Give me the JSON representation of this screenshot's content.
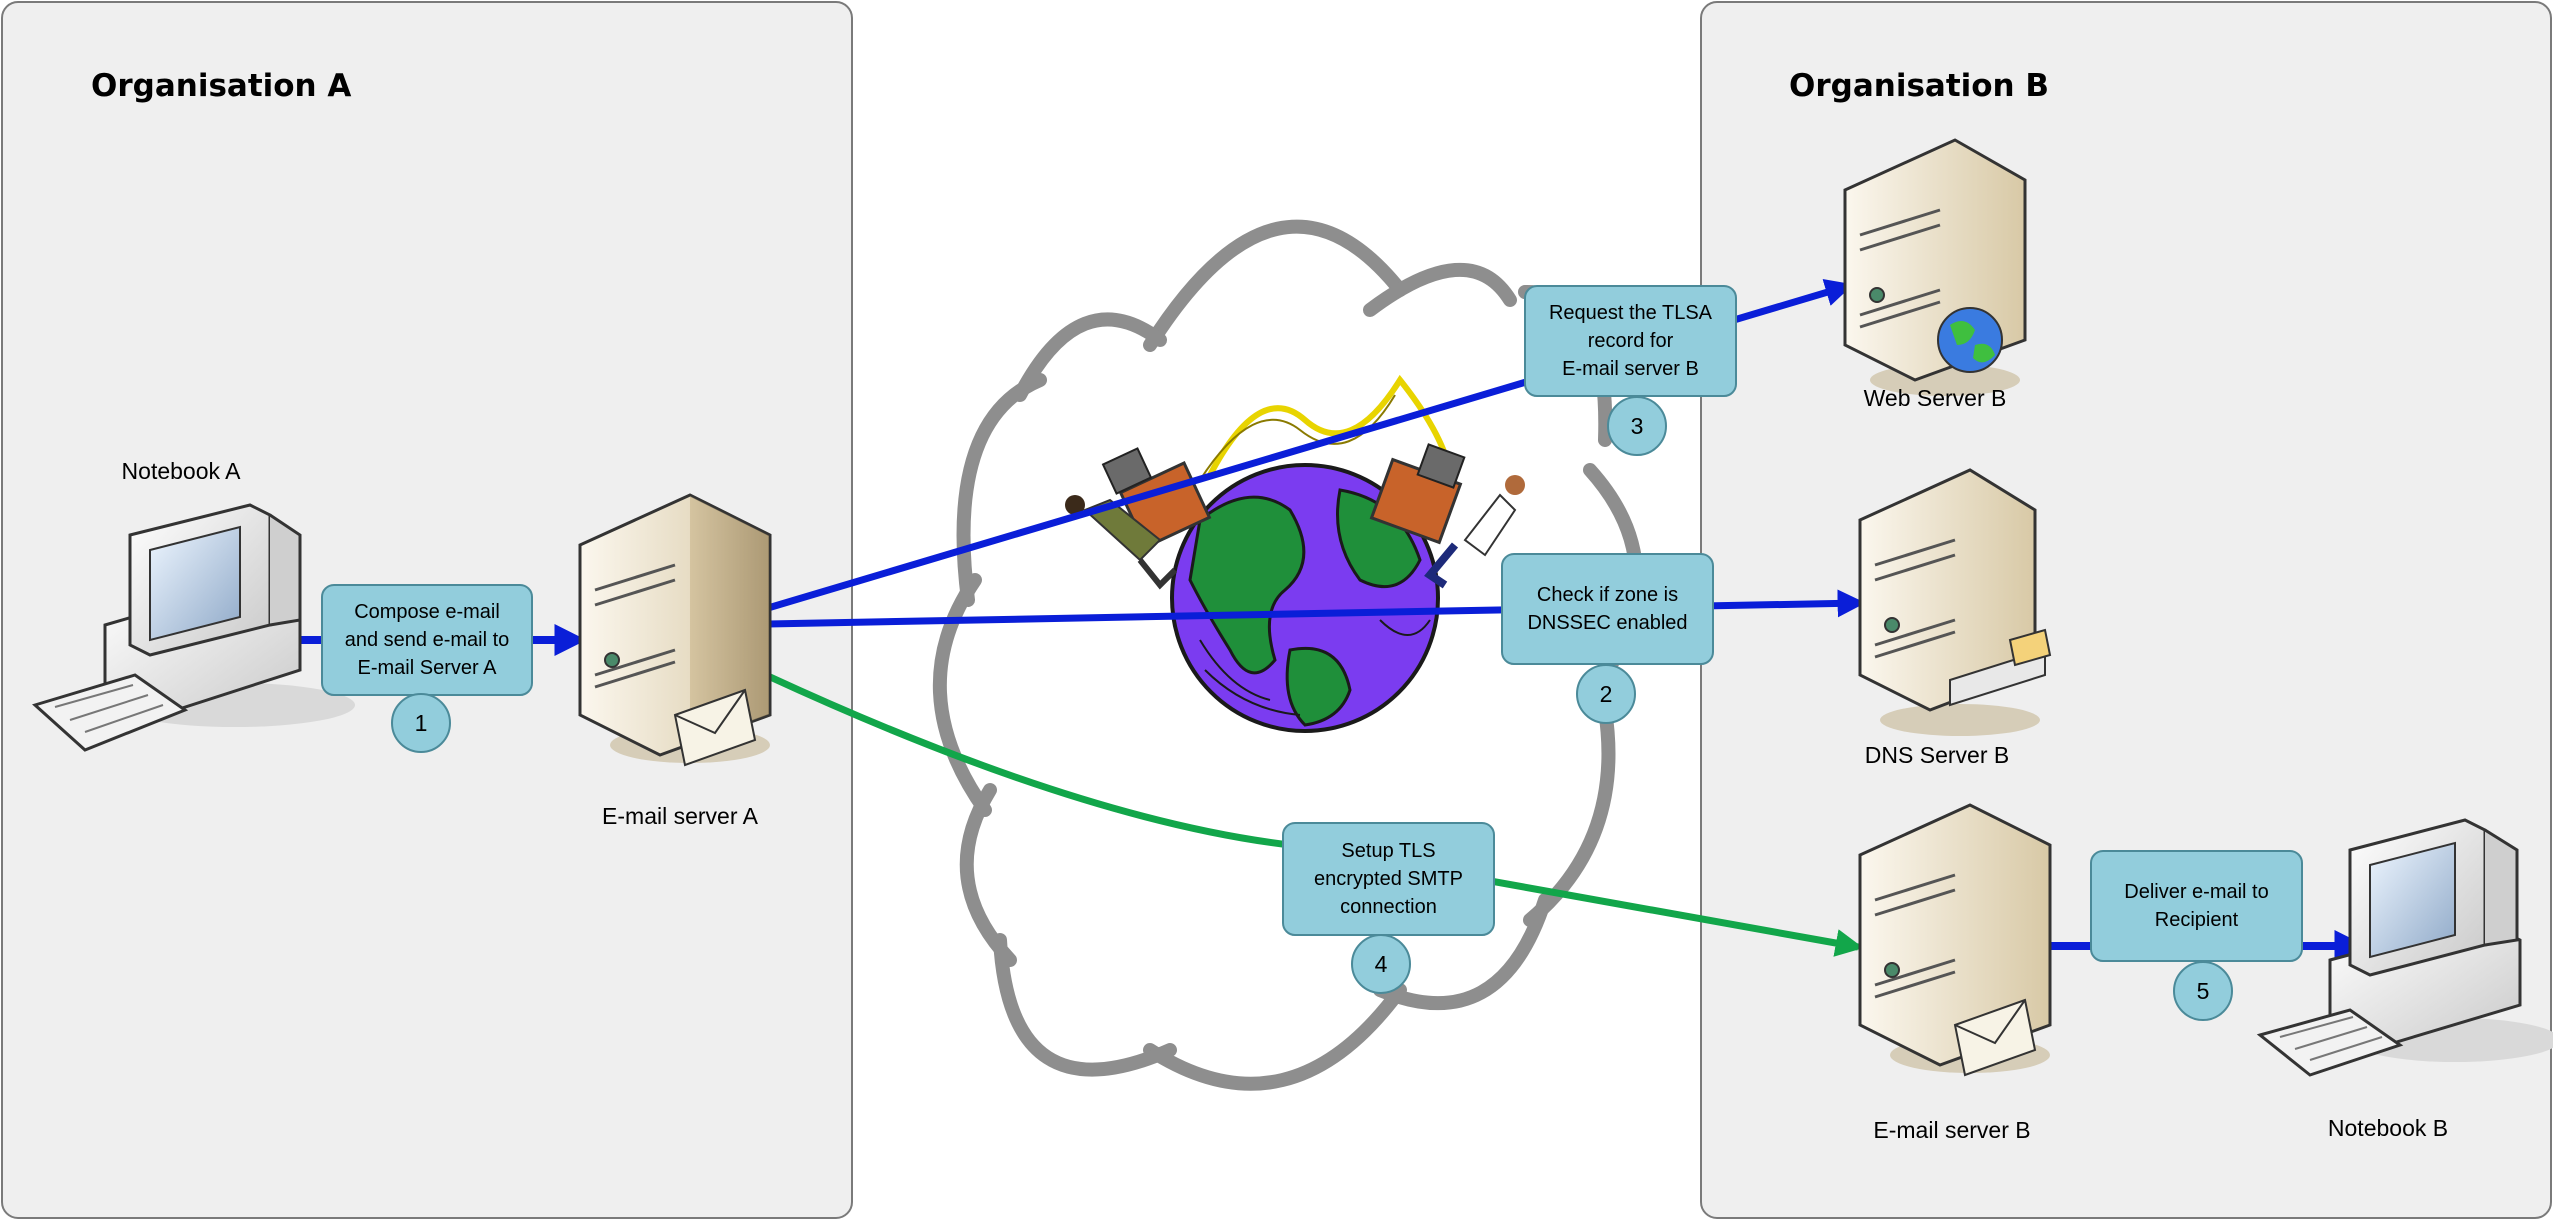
{
  "organisations": {
    "a": {
      "title": "Organisation A"
    },
    "b": {
      "title": "Organisation B"
    }
  },
  "devices": {
    "notebook_a": {
      "label": "Notebook A",
      "icon": "desktop-computer-icon"
    },
    "email_server_a": {
      "label": "E-mail server A",
      "icon": "mail-server-icon"
    },
    "web_server_b": {
      "label": "Web Server B",
      "icon": "web-server-icon"
    },
    "dns_server_b": {
      "label": "DNS Server B",
      "icon": "dns-server-icon"
    },
    "email_server_b": {
      "label": "E-mail server B",
      "icon": "mail-server-icon"
    },
    "notebook_b": {
      "label": "Notebook B",
      "icon": "desktop-computer-icon"
    }
  },
  "internet": {
    "icon": "internet-cloud-globe-icon"
  },
  "steps": [
    {
      "number": "1",
      "text": "Compose e-mail\nand send e-mail to\nE-mail Server A"
    },
    {
      "number": "2",
      "text": "Check if zone is\nDNSSEC enabled"
    },
    {
      "number": "3",
      "text": "Request the TLSA\nrecord for\nE-mail server B"
    },
    {
      "number": "4",
      "text": "Setup TLS\nencrypted SMTP\nconnection"
    },
    {
      "number": "5",
      "text": "Deliver e-mail to\nRecipient"
    }
  ],
  "colors": {
    "arrow_blue": "#0a1ed8",
    "arrow_green": "#12a64a",
    "step_fill": "#92cddc",
    "panel_fill": "#efefef"
  }
}
